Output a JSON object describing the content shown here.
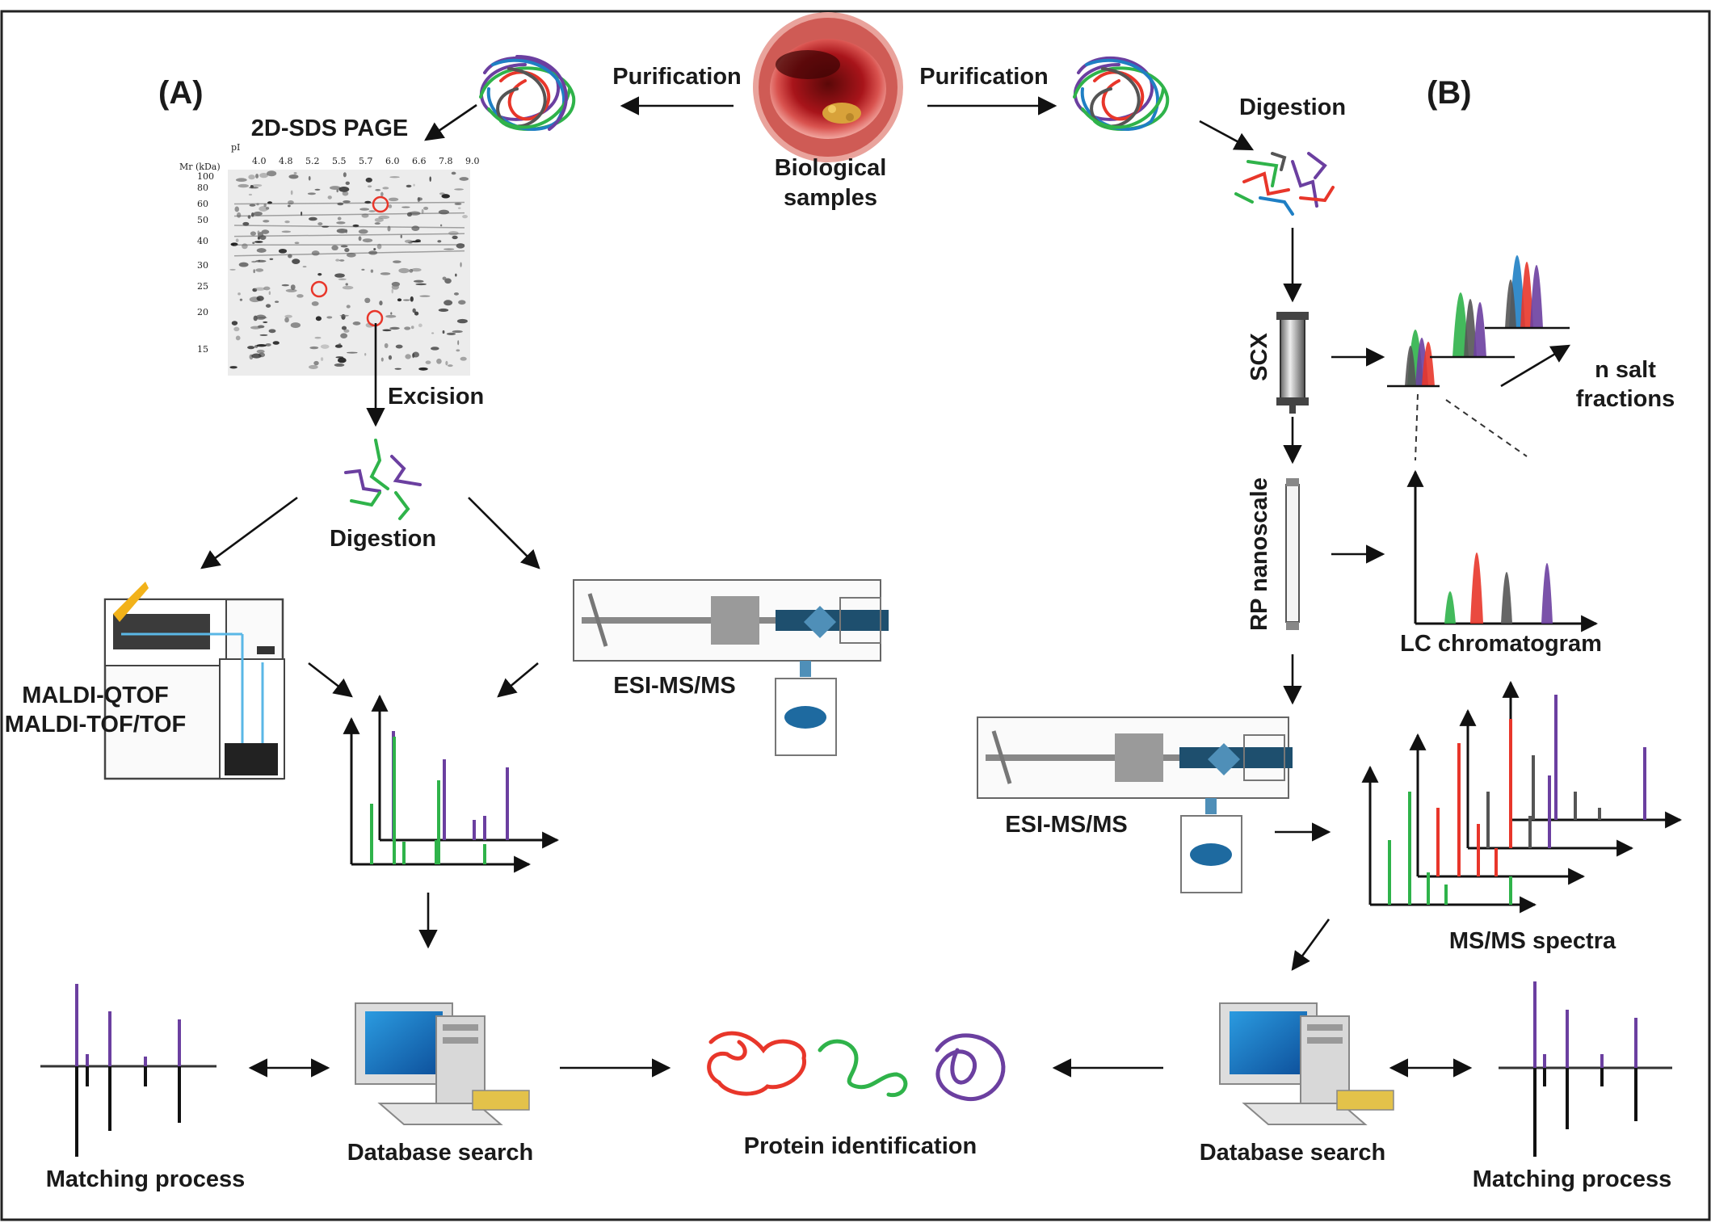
{
  "labels": {
    "section_a": "(A)",
    "section_b": "(B)",
    "purification_left": "Purification",
    "purification_right": "Purification",
    "biological_samples": [
      "Biological",
      "samples"
    ],
    "gel_title": "2D-SDS PAGE",
    "excision": "Excision",
    "digestion_a": "Digestion",
    "digestion_b": "Digestion",
    "maldi": [
      "MALDI-QTOF",
      "MALDI-TOF/TOF"
    ],
    "esi_a": "ESI-MS/MS",
    "esi_b": "ESI-MS/MS",
    "scx": "SCX",
    "rp": "RP nanoscale",
    "salt_fractions": [
      "n salt",
      "fractions"
    ],
    "lc_chromatogram": "LC chromatogram",
    "msms_spectra": "MS/MS spectra",
    "database_search_a": "Database search",
    "database_search_b": "Database search",
    "matching_a": "Matching process",
    "matching_b": "Matching process",
    "protein_identification": "Protein identification"
  },
  "gel": {
    "mr_label": "Mr (kDa)",
    "pi_label": "pI",
    "pi_ticks": [
      "4.0",
      "4.8",
      "5.2",
      "5.5",
      "5.7",
      "6.0",
      "6.6",
      "7.8",
      "9.0"
    ],
    "mr_ticks": [
      "100",
      "80",
      "60",
      "50",
      "40",
      "30",
      "25",
      "20",
      "15"
    ]
  },
  "colors": {
    "red": "#e8362a",
    "green": "#2fb34a",
    "purple": "#6b3fa0",
    "blue": "#1f7fc4",
    "gray": "#555555",
    "teal": "#1e4f6e"
  }
}
